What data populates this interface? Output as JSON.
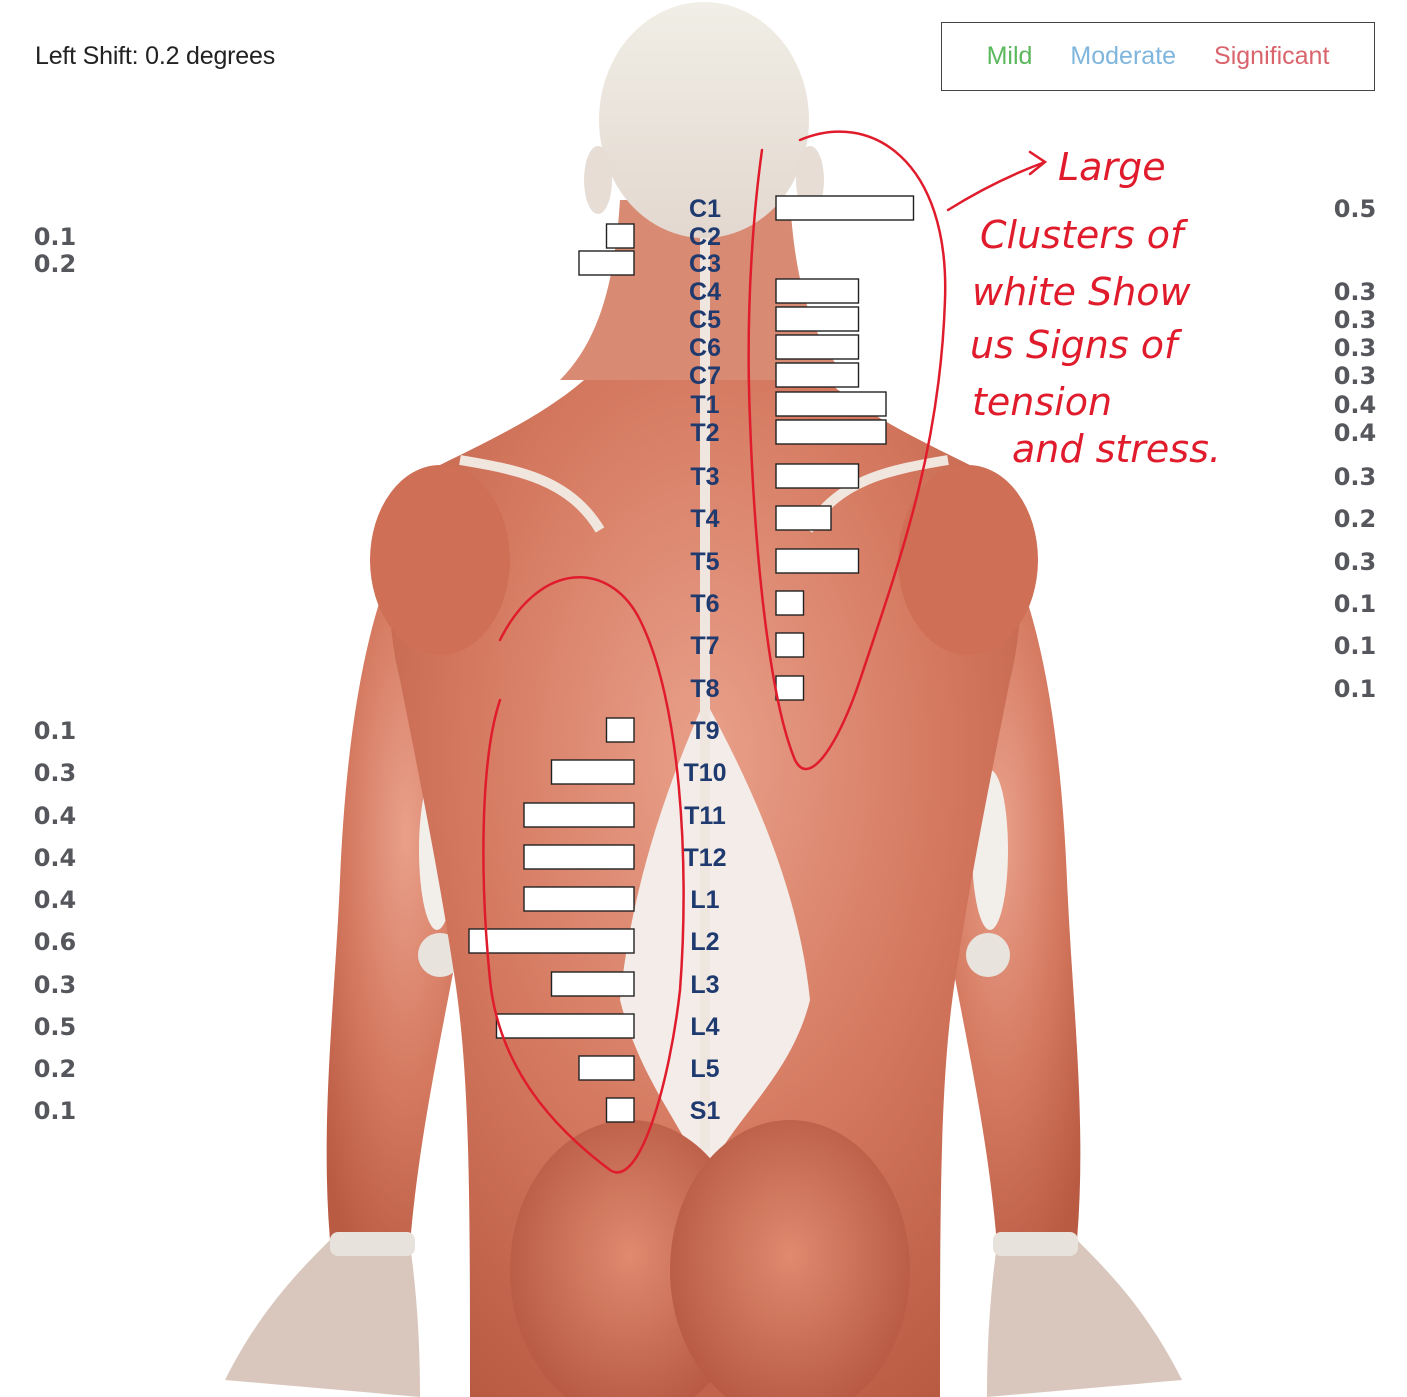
{
  "header": {
    "shift_label": "Left Shift: 0.2 degrees"
  },
  "legend": {
    "items": [
      {
        "label": "Mild",
        "color": "#5cb85c"
      },
      {
        "label": "Moderate",
        "color": "#7fb6de"
      },
      {
        "label": "Significant",
        "color": "#d9646c"
      }
    ]
  },
  "annotation": {
    "lines": [
      "Large",
      "Clusters of",
      "white Show",
      "us Signs of",
      "tension",
      "and stress."
    ],
    "ink_color": "#e01c2c"
  },
  "chart_data": {
    "type": "bar",
    "orientation": "horizontal-diverging",
    "categories": [
      "C1",
      "C2",
      "C3",
      "C4",
      "C5",
      "C6",
      "C7",
      "T1",
      "T2",
      "T3",
      "T4",
      "T5",
      "T6",
      "T7",
      "T8",
      "T9",
      "T10",
      "T11",
      "T12",
      "L1",
      "L2",
      "L3",
      "L4",
      "L5",
      "S1"
    ],
    "series": [
      {
        "side": "left",
        "values": [
          null,
          0.1,
          0.2,
          null,
          null,
          null,
          null,
          null,
          null,
          null,
          null,
          null,
          null,
          null,
          null,
          0.1,
          0.3,
          0.4,
          0.4,
          0.4,
          0.6,
          0.3,
          0.5,
          0.2,
          0.1
        ]
      },
      {
        "side": "right",
        "values": [
          0.5,
          null,
          null,
          0.3,
          0.3,
          0.3,
          0.3,
          0.4,
          0.4,
          0.3,
          0.2,
          0.3,
          0.1,
          0.1,
          0.1,
          null,
          null,
          null,
          null,
          null,
          null,
          null,
          null,
          null,
          null
        ]
      }
    ],
    "bar_color": "#ffffff",
    "label_color": "#1f3a6e",
    "value_color": "#55575c"
  }
}
